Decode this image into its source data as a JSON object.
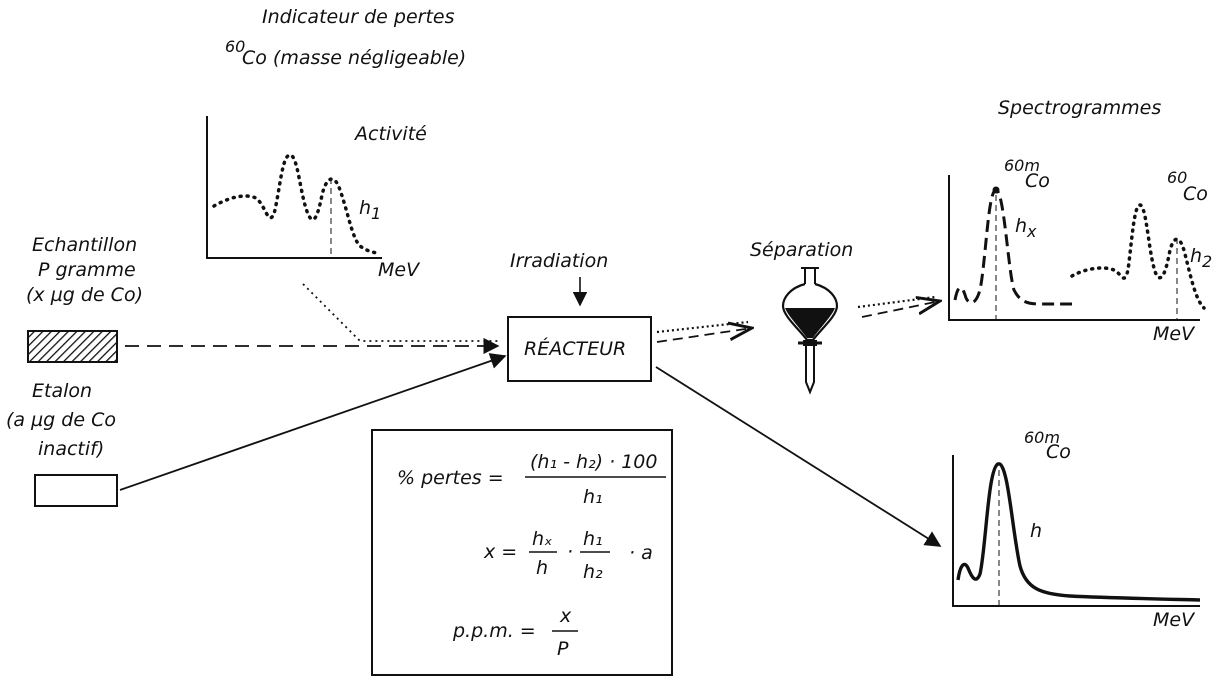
{
  "loss_indicator": {
    "title_line1": "Indicateur de pertes",
    "isotope_mass": "60",
    "title_line2": "Co  (masse négligeable)"
  },
  "activity_plot": {
    "label": "Activité",
    "peak_label": "h",
    "peak_sub": "1",
    "axis_label": "MeV"
  },
  "sample": {
    "line1": "Echantillon",
    "line2": "P gramme",
    "line3": "(x µg de Co)"
  },
  "standard": {
    "line1": "Etalon",
    "line2": "(a µg de Co",
    "line3": "inactif)"
  },
  "irradiation_label": "Irradiation",
  "reactor_label": "RÉACTEUR",
  "separation_label": "Séparation",
  "spectrograms": {
    "title": "Spectrogrammes",
    "iso_60m_mass": "60m",
    "iso_60m": "Co",
    "iso_60_mass": "60",
    "iso_60": "Co",
    "hx_label": "h",
    "hx_sub": "x",
    "h2_label": "h",
    "h2_sub": "2",
    "axis_label": "MeV"
  },
  "standard_spectrum": {
    "iso_mass": "60m",
    "iso": "Co",
    "h_label": "h",
    "axis_label": "MeV"
  },
  "formulas": {
    "losses_lhs": "% pertes =",
    "losses_num": "(h₁ - h₂) · 100",
    "losses_den": "h₁",
    "x_lhs": "x =",
    "x_frac1_num": "hₓ",
    "x_frac1_den": "h",
    "x_frac2_num": "h₁",
    "x_frac2_den": "h₂",
    "x_tail": "· a",
    "dot": "·",
    "ppm_lhs": "p.p.m. =",
    "ppm_num": "x",
    "ppm_den": "P"
  }
}
